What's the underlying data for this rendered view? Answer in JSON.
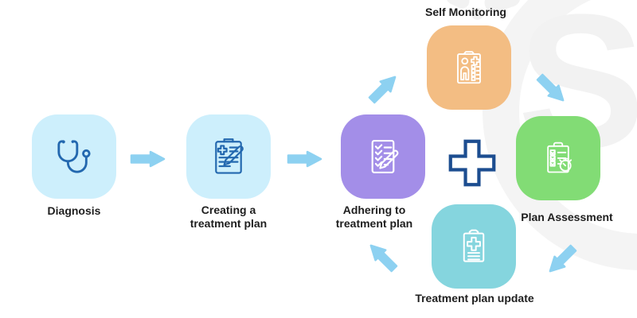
{
  "watermark": {
    "letter": "S",
    "color": "#f2f2f2"
  },
  "palette": {
    "light_blue_box": "#cdeffc",
    "purple_box": "#a38ee8",
    "orange_box": "#f3bd83",
    "green_box": "#82dc75",
    "teal_box": "#85d5de",
    "arrow_blue": "#8dd1f1",
    "outline_icon_blue": "#2368af",
    "cross_navy": "#1c4d90",
    "label_text": "#1e1e1e"
  },
  "steps": [
    {
      "label": "Diagnosis",
      "icon": "stethoscope-icon",
      "color": "#cdeffc"
    },
    {
      "label": "Creating a\ntreatment plan",
      "icon": "clipboard-pencil-icon",
      "color": "#cdeffc"
    },
    {
      "label": "Adhering to\ntreatment plan",
      "icon": "checklist-pencil-icon",
      "color": "#a38ee8"
    },
    {
      "label": "Self Monitoring",
      "icon": "patient-chart-icon",
      "color": "#f3bd83"
    },
    {
      "label": "Plan Assessment",
      "icon": "checklist-stopwatch-icon",
      "color": "#82dc75"
    },
    {
      "label": "Treatment plan update",
      "icon": "clipboard-plus-icon",
      "color": "#85d5de"
    }
  ],
  "center": {
    "icon": "medical-cross-icon"
  }
}
